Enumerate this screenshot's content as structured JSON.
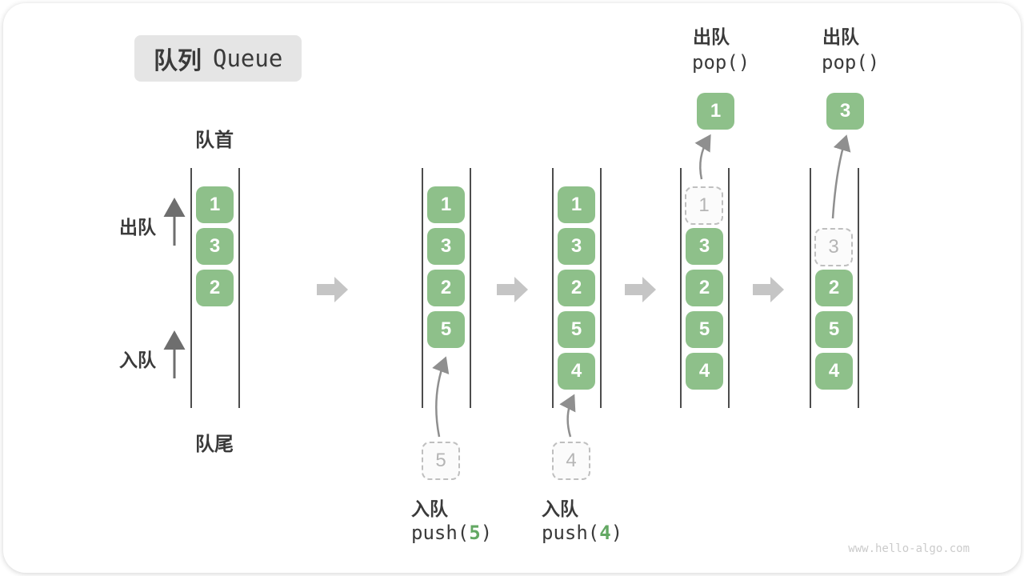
{
  "title": {
    "zh": "队列",
    "en": "Queue"
  },
  "labels": {
    "head": "队首",
    "tail": "队尾",
    "dequeue": "出队",
    "enqueue": "入队"
  },
  "colors": {
    "item_green": "#8ec08a",
    "item_text": "#ffffff",
    "accent_green": "#63a863",
    "dark_text": "#3a3a3a",
    "curve_arrow": "#8f8f8f",
    "block_arrow": "#c5c5c5",
    "ghost_border": "#bfbfbf",
    "ghost_text": "#b5b5b5",
    "title_bg": "#e5e5e5",
    "wall": "#4d4d4d",
    "watermark": "#cbcbcb"
  },
  "queues": [
    {
      "name": "state-initial",
      "slots": [
        {
          "value": "1",
          "state": "filled"
        },
        {
          "value": "3",
          "state": "filled"
        },
        {
          "value": "2",
          "state": "filled"
        }
      ]
    },
    {
      "name": "state-after-push-5",
      "slots": [
        {
          "value": "1",
          "state": "filled"
        },
        {
          "value": "3",
          "state": "filled"
        },
        {
          "value": "2",
          "state": "filled"
        },
        {
          "value": "5",
          "state": "filled"
        }
      ],
      "incoming": {
        "value": "5"
      },
      "note": {
        "line1": "入队",
        "fn": "push(",
        "arg": "5",
        "close": ")"
      }
    },
    {
      "name": "state-after-push-4",
      "slots": [
        {
          "value": "1",
          "state": "filled"
        },
        {
          "value": "3",
          "state": "filled"
        },
        {
          "value": "2",
          "state": "filled"
        },
        {
          "value": "5",
          "state": "filled"
        },
        {
          "value": "4",
          "state": "filled"
        }
      ],
      "incoming": {
        "value": "4"
      },
      "note": {
        "line1": "入队",
        "fn": "push(",
        "arg": "4",
        "close": ")"
      }
    },
    {
      "name": "state-after-pop-1",
      "slots": [
        {
          "value": "1",
          "state": "ghost"
        },
        {
          "value": "3",
          "state": "filled"
        },
        {
          "value": "2",
          "state": "filled"
        },
        {
          "value": "5",
          "state": "filled"
        },
        {
          "value": "4",
          "state": "filled"
        }
      ],
      "outgoing": {
        "value": "1"
      },
      "top_note": {
        "line1": "出队",
        "line2": "pop()"
      }
    },
    {
      "name": "state-after-pop-3",
      "slots": [
        {
          "value": "",
          "state": "empty"
        },
        {
          "value": "3",
          "state": "ghost"
        },
        {
          "value": "2",
          "state": "filled"
        },
        {
          "value": "5",
          "state": "filled"
        },
        {
          "value": "4",
          "state": "filled"
        }
      ],
      "outgoing": {
        "value": "3"
      },
      "top_note": {
        "line1": "出队",
        "line2": "pop()"
      }
    }
  ],
  "watermark": "www.hello-algo.com"
}
